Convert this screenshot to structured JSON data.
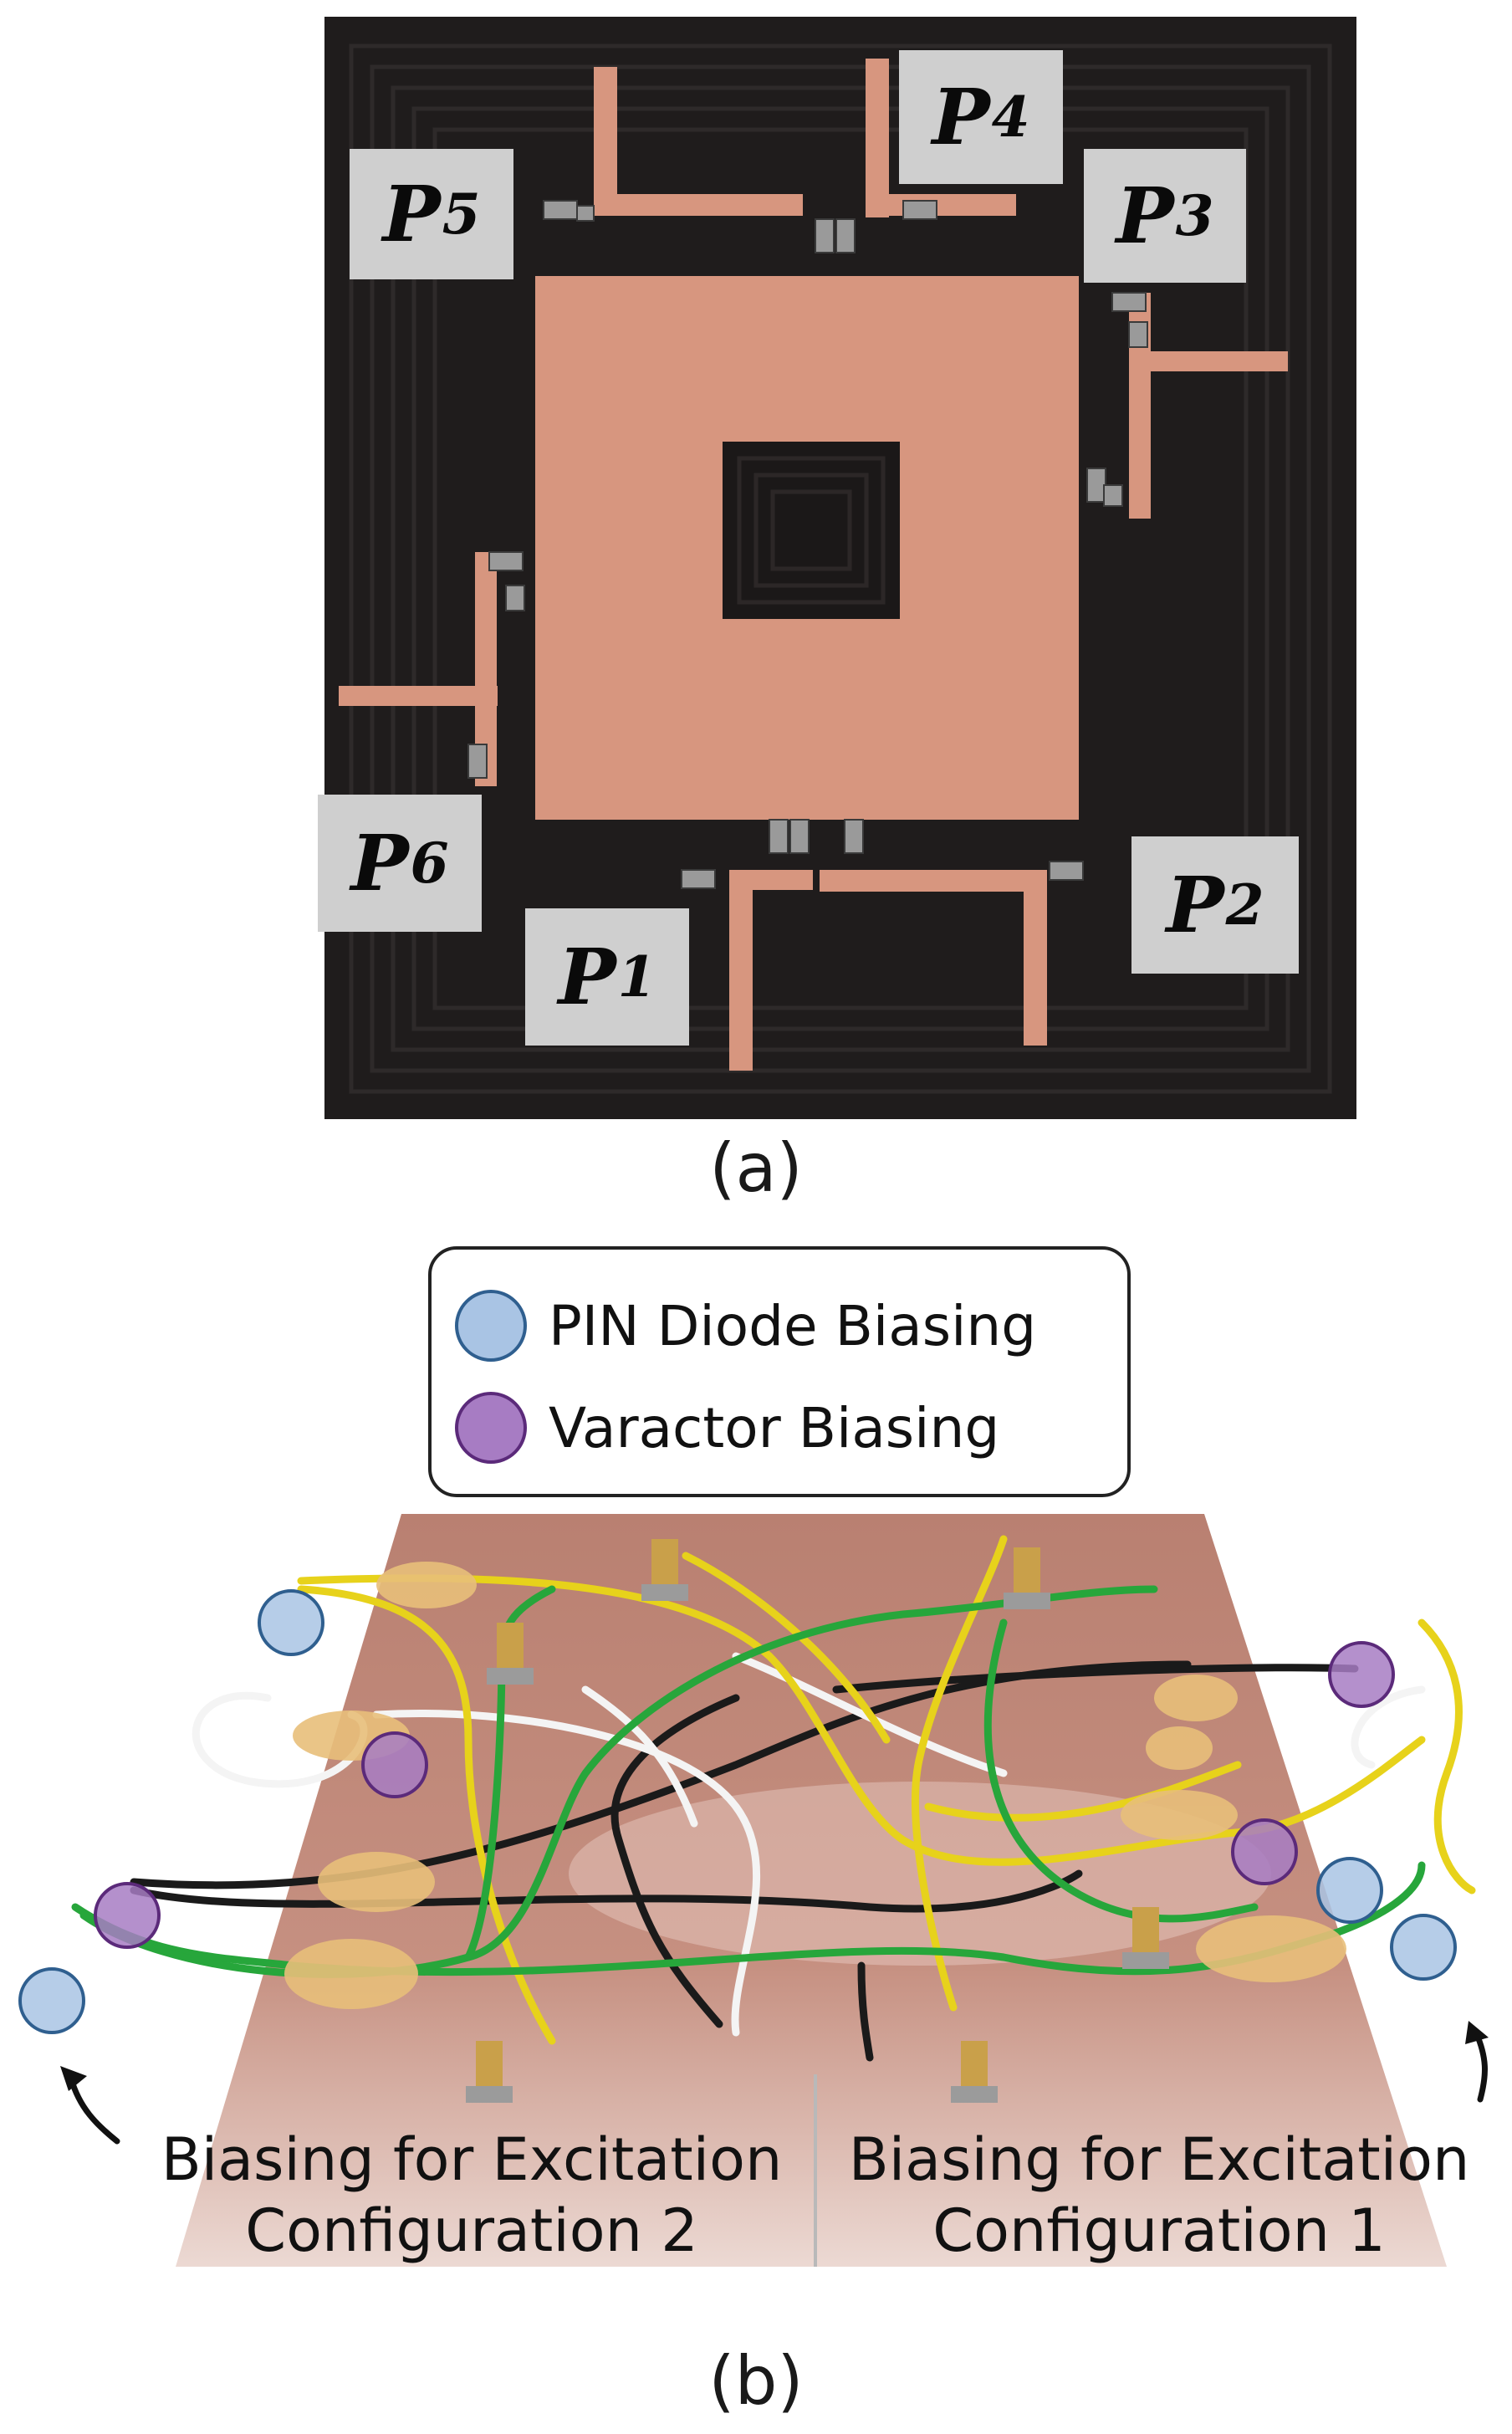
{
  "figure": {
    "panel_a": {
      "caption": "(a)",
      "ports": [
        {
          "id": "P1",
          "letter": "P",
          "sub": "1"
        },
        {
          "id": "P2",
          "letter": "P",
          "sub": "2"
        },
        {
          "id": "P3",
          "letter": "P",
          "sub": "3"
        },
        {
          "id": "P4",
          "letter": "P",
          "sub": "4"
        },
        {
          "id": "P5",
          "letter": "P",
          "sub": "5"
        },
        {
          "id": "P6",
          "letter": "P",
          "sub": "6"
        }
      ]
    },
    "panel_b": {
      "caption": "(b)",
      "legend": {
        "items": [
          {
            "label": "PIN Diode Biasing",
            "color": "#a9c4e4",
            "border": "#2f5f8f"
          },
          {
            "label": "Varactor Biasing",
            "color": "#a77cc3",
            "border": "#5b2a7a"
          }
        ]
      },
      "annotations": {
        "left_line1": "Biasing for Excitation",
        "left_line2": "Configuration 2",
        "right_line1": "Biasing for Excitation",
        "right_line2": "Configuration 1"
      }
    }
  },
  "colors": {
    "board_dark": "#1f1c1c",
    "copper": "#d7967f",
    "copper_back": "#c08473",
    "wire_yellow": "#e7d21b",
    "wire_green": "#27a63b",
    "wire_black": "#1a1a1a",
    "wire_white": "#f2f2f2"
  }
}
